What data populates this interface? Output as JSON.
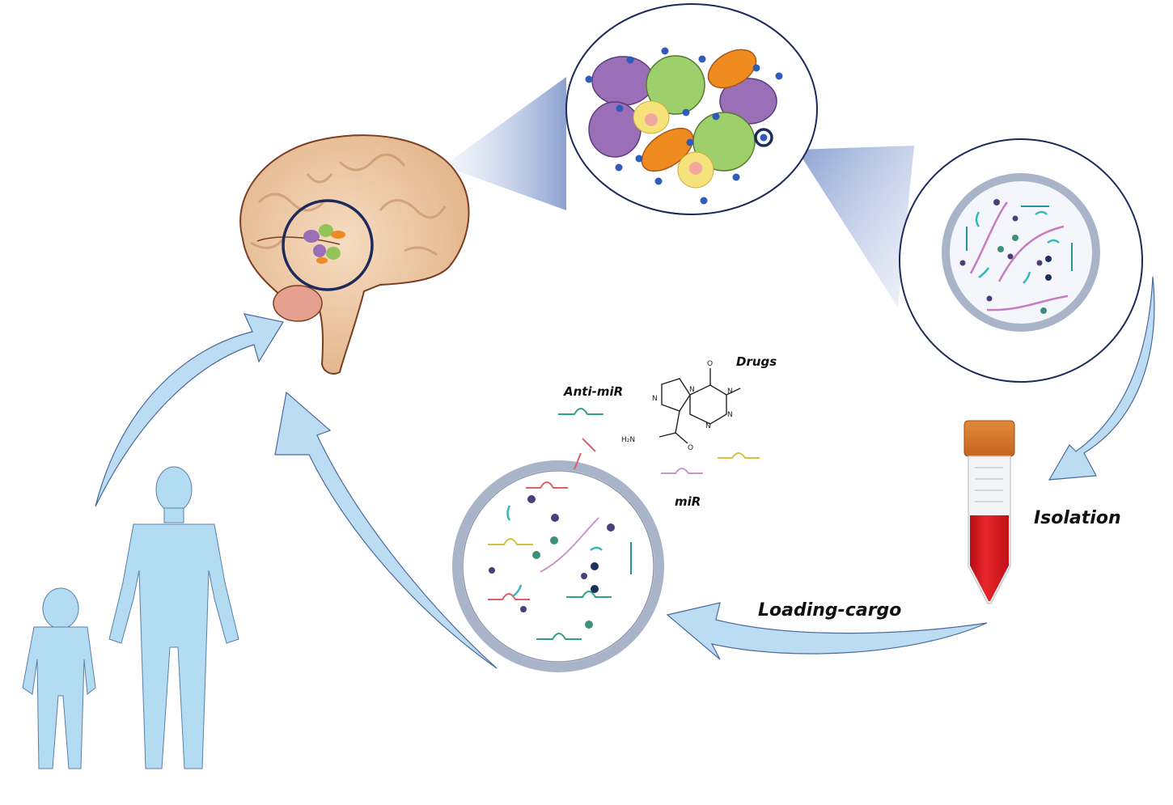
{
  "figure": {
    "title": "Exosome-based drug delivery cycle for brain tumors",
    "labels": {
      "isolation": "Isolation",
      "loading_cargo": "Loading-cargo",
      "anti_mir": "Anti-miR",
      "drugs": "Drugs",
      "mir": "miR"
    },
    "chemical": {
      "atoms": [
        "O",
        "N",
        "N",
        "N",
        "N",
        "N",
        "H₂N",
        "O"
      ]
    },
    "colors": {
      "arrow_fill": "#bcdcf4",
      "arrow_stroke": "#4a6a9a",
      "circle_outline": "#1c2a5c",
      "vesicle_membrane": "#a9b4c8",
      "body_silhouette": "#b3dcf3",
      "tube_cap": "#d9772a",
      "tube_blood": "#d8141c",
      "brain": "#e9bf98"
    },
    "stages": [
      {
        "name": "patients",
        "description": "Child and adult silhouettes"
      },
      {
        "name": "brain",
        "description": "Brain with tumor region circled"
      },
      {
        "name": "tumor-microenvironment",
        "description": "Zoomed cells with secreted vesicles"
      },
      {
        "name": "exosome-content",
        "description": "Exosome with RNA cargo"
      },
      {
        "name": "isolation",
        "description": "Blood tube"
      },
      {
        "name": "loaded-exosome",
        "description": "Exosome loaded with miR, anti-miR and drugs"
      }
    ]
  }
}
